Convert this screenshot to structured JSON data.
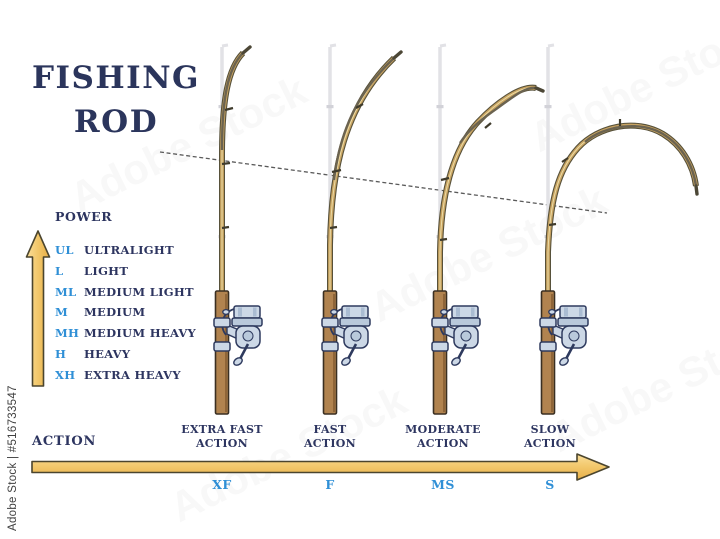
{
  "title": {
    "line1": "FISHING",
    "line2": "ROD"
  },
  "watermarks": {
    "side": "Adobe Stock | #516733547",
    "tile": "Adobe Stock"
  },
  "power_legend": {
    "heading": "POWER",
    "items": [
      {
        "code": "UL",
        "label": "ULTRALIGHT"
      },
      {
        "code": "L",
        "label": "LIGHT"
      },
      {
        "code": "ML",
        "label": "MEDIUM LIGHT"
      },
      {
        "code": "M",
        "label": "MEDIUM"
      },
      {
        "code": "MH",
        "label": "MEDIUM HEAVY"
      },
      {
        "code": "H",
        "label": "HEAVY"
      },
      {
        "code": "XH",
        "label": "EXTRA HEAVY"
      }
    ]
  },
  "action_axis": {
    "heading": "ACTION",
    "items": [
      {
        "line1": "EXTRA FAST",
        "line2": "ACTION",
        "code": "XF"
      },
      {
        "line1": "FAST",
        "line2": "ACTION",
        "code": "F"
      },
      {
        "line1": "MODERATE",
        "line2": "ACTION",
        "code": "MS"
      },
      {
        "line1": "SLOW",
        "line2": "ACTION",
        "code": "S"
      }
    ]
  },
  "colors": {
    "navy_text": "#2d3560",
    "blue_code": "#2f8fd6",
    "arrow_gold": "#f3c96e",
    "arrow_gold_dark": "#e9b54e",
    "arrow_outline": "#4b452e",
    "rod_tan": "#c8a361",
    "rod_outline": "#57513a",
    "handle_brown": "#b1834f",
    "reel_steel": "#ccd8e6",
    "ghost_grey": "#e3e3e7"
  }
}
